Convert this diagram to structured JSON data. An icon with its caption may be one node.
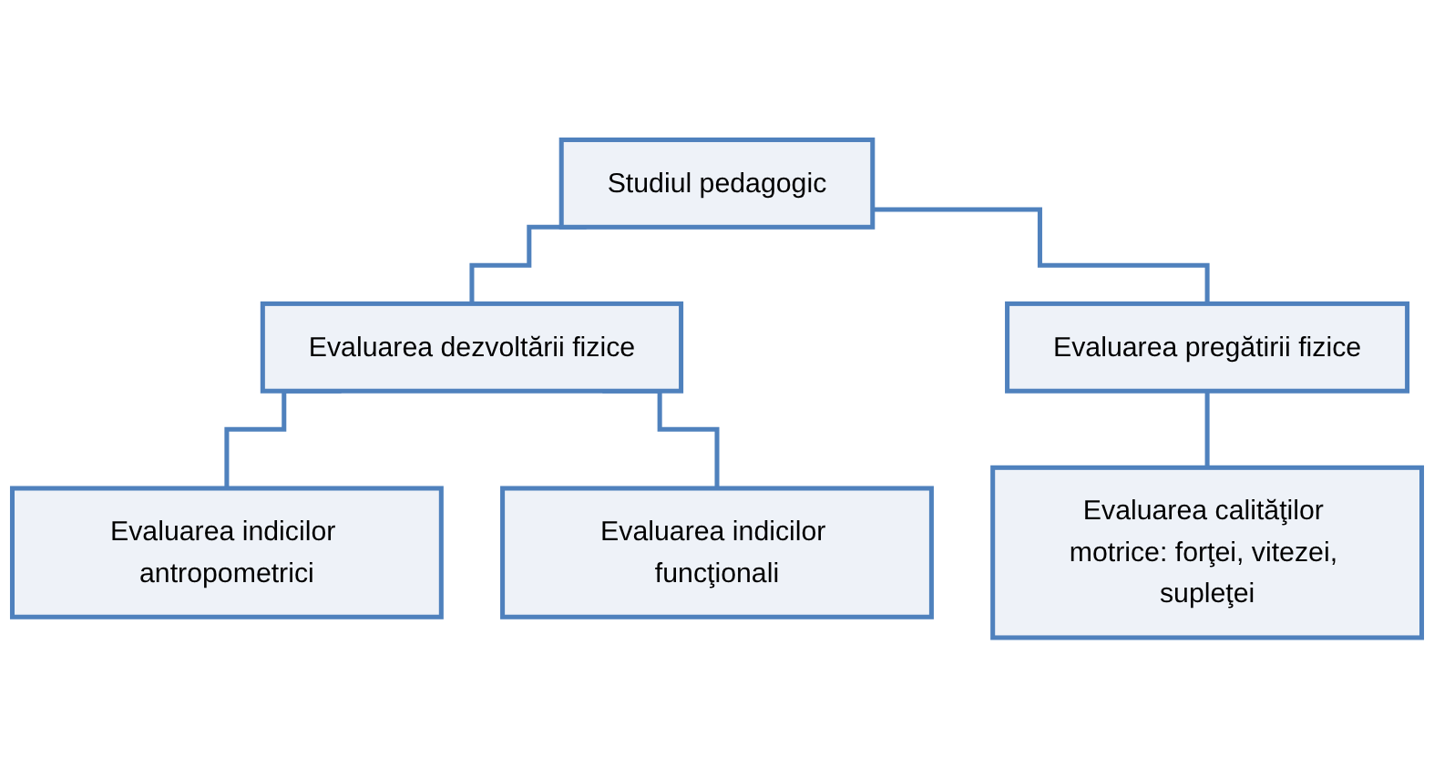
{
  "diagram": {
    "nodes": [
      {
        "text": [
          "Studiul pedagogic"
        ]
      },
      {
        "text": [
          "Evaluarea dezvoltării fizice"
        ]
      },
      {
        "text": [
          "Evaluarea pregătirii fizice"
        ]
      },
      {
        "text": [
          "Evaluarea indicilor antropometrici"
        ]
      },
      {
        "text": [
          "Evaluarea indicilor funcţionali"
        ]
      },
      {
        "text": [
          "Evaluarea calităţilor motrice: forţei, vitezei, supleţei"
        ]
      }
    ],
    "edges": [
      {
        "from": 0,
        "to": 1,
        "arrow": "none"
      },
      {
        "from": 0,
        "to": 2,
        "arrow": "none"
      },
      {
        "from": 1,
        "to": 3,
        "arrow": "none"
      },
      {
        "from": 1,
        "to": 4,
        "arrow": "none"
      },
      {
        "from": 2,
        "to": 5,
        "arrow": "none"
      }
    ]
  }
}
